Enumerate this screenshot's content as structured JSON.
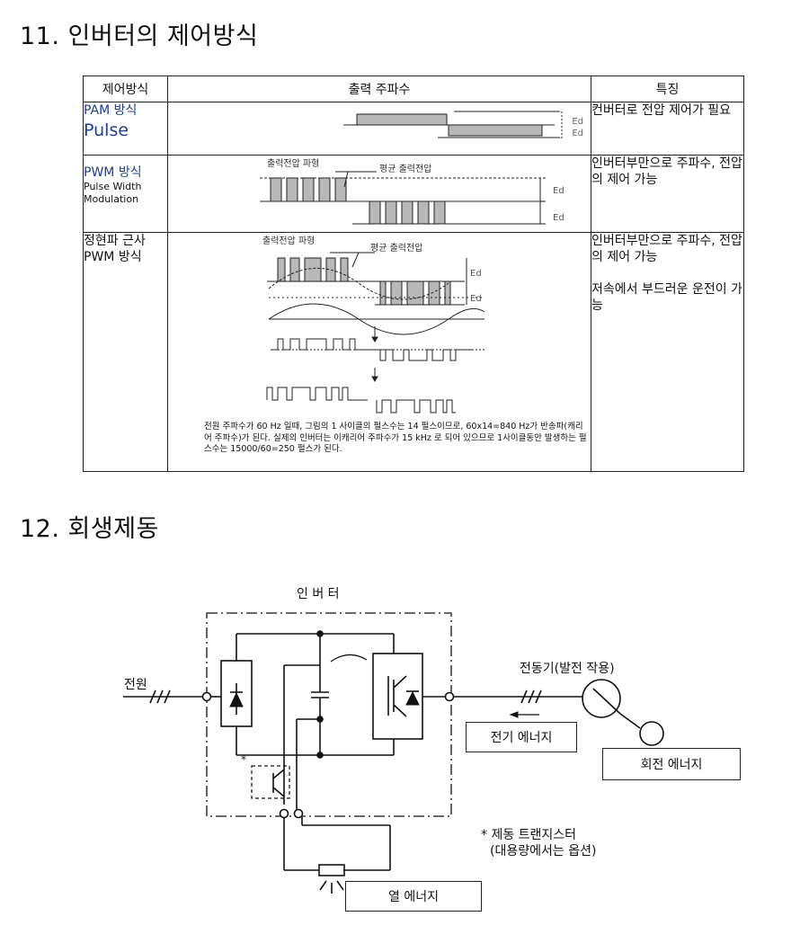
{
  "sections": {
    "inverter_control_title": "11. 인버터의 제어방식",
    "regen_braking_title": "12. 회생제동"
  },
  "table": {
    "headers": [
      "제어방식",
      "출력 주파수",
      "특징"
    ],
    "rows": [
      {
        "method": "PAM 방식",
        "method_sub": "Pulse",
        "feature": "컨버터로 전압 제어가 필요"
      },
      {
        "method": "PWM 방식",
        "method_sub": "Pulse Width Modulation",
        "feature": "인버터부만으로 주파수, 전압의 제어 가능"
      },
      {
        "method": "정현파 근사 PWM 방식",
        "feature": "인버터부만으로 주파수, 전압의 제어 가능",
        "feature_extra": "저속에서 부드러운 운전이 가능"
      }
    ],
    "wave_labels": {
      "ed": "Ed",
      "output_voltage_wave": "출력전압 파형",
      "avg_output_voltage": "평균 출력전압"
    },
    "note": "전원 주파수가 60 Hz 일때, 그림의 1 사이클의 펄스수는 14 펄스이므로, 60x14=840 Hz가 반송파(캐리어 주파수)가 된다. 실제의 인버터는 이캐리어 주파수가 15 kHz 로 되어 있으므로 1사이클동안 발생하는 펄스수는 15000/60=250 펄스가 된다."
  },
  "diagram": {
    "inverter_label": "인 버 터",
    "power_label": "전원",
    "motor_label": "전동기(발전 작용)",
    "electric_energy": "전기 에너지",
    "rotational_energy": "회전 에너지",
    "heat_energy": "열 에너지",
    "brake_transistor_note": "* 제동 트랜지스터",
    "brake_transistor_note2": "(대용량에서는 옵션)",
    "asterisk": "*"
  }
}
